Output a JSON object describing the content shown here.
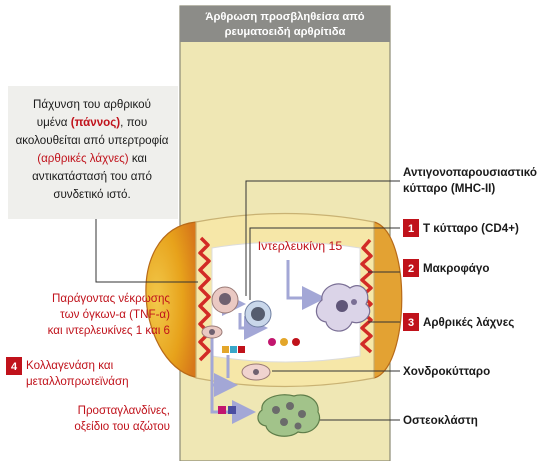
{
  "header": {
    "line1": "Άρθρωση προσβληθείσα από",
    "line2": "ρευματοειδή αρθρίτιδα"
  },
  "info_box": {
    "line1": "Πάχυνση του αρθρικού",
    "line2_a": "υμένα ",
    "line2_b": "(πάννος)",
    "line2_c": ", που",
    "line3": "ακολουθείται από υπερτροφία",
    "line4_a": "(αρθρικές λάχνες)",
    "line4_b": " και",
    "line5": "αντικατάστασή του από",
    "line6": "συνδετικό ιστό."
  },
  "inner_label": "Ιντερλευκίνη 15",
  "left_labels": {
    "tnf_line1": "Παράγοντας νέκρωσης",
    "tnf_line2": "των όγκων-α (TNF-α)",
    "tnf_line3": "και ιντερλευκίνες 1 και 6",
    "collagenase_number": "4",
    "collagenase_line1": "Κολλαγενάση και",
    "collagenase_line2": "μεταλλοπρωτεϊνάση",
    "prostaglandins_line1": "Προσταγλανδίνες,",
    "prostaglandins_line2": "οξείδιο του αζώτου"
  },
  "right_labels": {
    "apc_line1": "Αντιγονοπαρουσιαστικό",
    "apc_line2": "κύτταρο (MHC-II)",
    "tcell_number": "1",
    "tcell": "Τ κύτταρο (CD4+)",
    "macrophage_number": "2",
    "macrophage": "Μακροφάγο",
    "villi_number": "3",
    "villi": "Αρθρικές λάχνες",
    "chondrocyte": "Χονδροκύτταρο",
    "osteoclast": "Οστεοκλάστη"
  },
  "colors": {
    "bone": "#efe7b4",
    "pannus": "#ecae1d",
    "synovium_red": "#d22b26",
    "accent_red": "#c0121b",
    "header": "#8c8c88",
    "info_bg": "#efefec",
    "arrow": "#a3a7d6",
    "cell_purple": "#dbd4e8",
    "osteoclast_green": "#a2c38a"
  }
}
